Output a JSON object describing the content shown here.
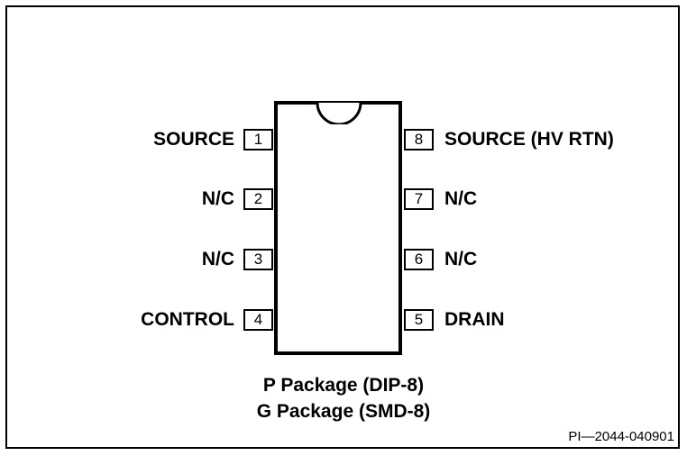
{
  "pins_left": [
    {
      "number": "1",
      "label": "SOURCE"
    },
    {
      "number": "2",
      "label": "N/C"
    },
    {
      "number": "3",
      "label": "N/C"
    },
    {
      "number": "4",
      "label": "CONTROL"
    }
  ],
  "pins_right": [
    {
      "number": "8",
      "label": "SOURCE (HV RTN)"
    },
    {
      "number": "7",
      "label": "N/C"
    },
    {
      "number": "6",
      "label": "N/C"
    },
    {
      "number": "5",
      "label": "DRAIN"
    }
  ],
  "package_line1": "P Package (DIP-8)",
  "package_line2": "G Package (SMD-8)",
  "reference": "PI—2044-040901"
}
